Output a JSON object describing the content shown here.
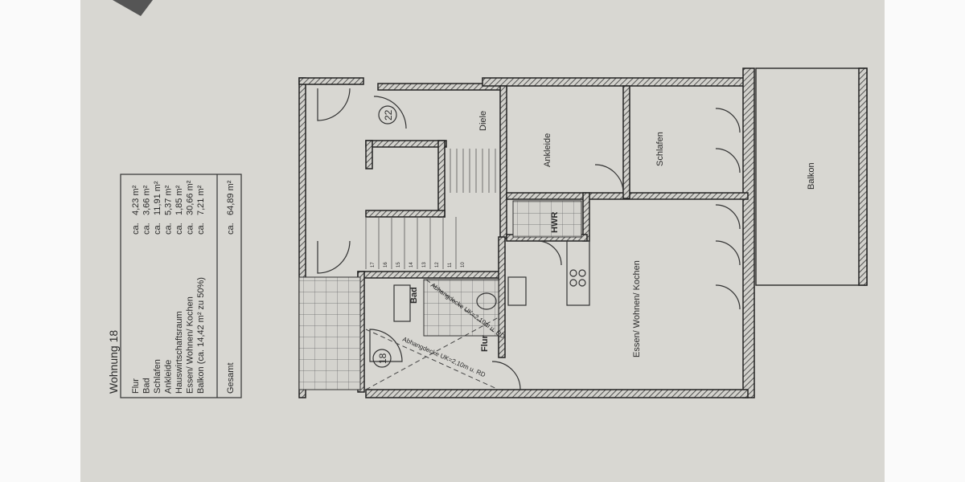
{
  "table": {
    "title": "Wohnung 18",
    "rows": [
      {
        "room": "Flur",
        "ca": "ca.",
        "area": "4,23 m²"
      },
      {
        "room": "Bad",
        "ca": "ca.",
        "area": "3,66 m²"
      },
      {
        "room": "Schlafen",
        "ca": "ca.",
        "area": "11,91 m²"
      },
      {
        "room": "Ankleide",
        "ca": "ca.",
        "area": "5,37 m²"
      },
      {
        "room": "Hauswirtschaftsraum",
        "ca": "ca.",
        "area": "1,85 m²"
      },
      {
        "room": "Essen/ Wohnen/ Kochen",
        "ca": "ca.",
        "area": "30,66 m²"
      },
      {
        "room": "Balkon (ca. 14,42 m² zu 50%)",
        "ca": "ca.",
        "area": "7,21 m²"
      }
    ],
    "total": {
      "room": "Gesamt",
      "ca": "ca.",
      "area": "64,89 m²"
    }
  },
  "plan": {
    "rooms": {
      "diele": "Diele",
      "ankleide": "Ankleide",
      "schlafen": "Schlafen",
      "balkon": "Balkon",
      "hwr": "HWR",
      "essen": "Essen/ Wohnen/ Kochen",
      "bad": "Bad",
      "flur": "Flur"
    },
    "unit_markers": [
      "22",
      "18"
    ],
    "annotations": [
      "Abhangdecke UK=2,10m u. RD",
      "Abhangdecke UK=2,10m u. RD"
    ],
    "stair_steps": [
      "17",
      "16",
      "15",
      "14",
      "13",
      "12",
      "11",
      "10"
    ]
  },
  "colors": {
    "paper": "#d8d7d2",
    "ink": "#2a2a2a"
  }
}
